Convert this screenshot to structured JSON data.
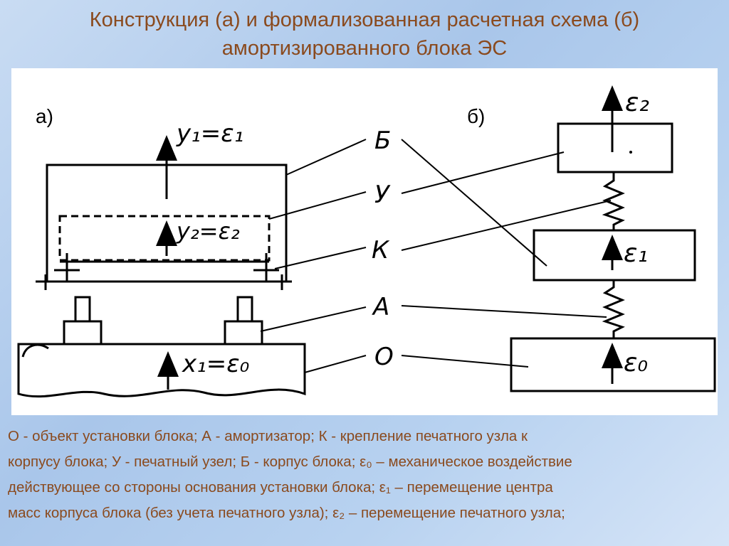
{
  "title": {
    "line1": "Конструкция (а) и формализованная расчетная схема (б)",
    "line2": "амортизированного блока ЭС"
  },
  "diagram": {
    "panel_a_label": "а)",
    "panel_b_label": "б)",
    "eq_y1": "y₁=ε₁",
    "eq_y2": "y₂=ε₂",
    "eq_x1": "x₁=ε₀",
    "letters": [
      "Б",
      "У",
      "К",
      "А",
      "О"
    ],
    "eps2": "ε₂",
    "eps1": "ε₁",
    "eps0": "ε₀"
  },
  "caption": {
    "line1": "О - объект установки блока; А - амортизатор; К - крепление печатного узла к",
    "line2": "корпусу блока; У - печатный узел; Б - корпус блока; ε₀ – механическое воздействие",
    "line3": "действующее со стороны основания установки блока; ε₁ – перемещение центра",
    "line4": "масс корпуса блока (без учета печатного узла); ε₂ – перемещение печатного узла;"
  }
}
